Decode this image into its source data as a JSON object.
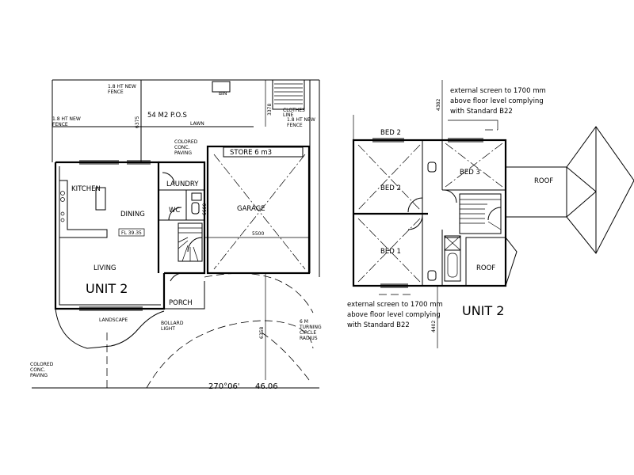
{
  "ground_floor": {
    "unit_title": "UNIT 2",
    "rooms": {
      "kitchen": "KITCHEN",
      "dining": "DINING",
      "laundry": "LAUNDRY",
      "wc": "WC",
      "living": "LIVING",
      "garage": "GARAGE",
      "store": "STORE 6 m3",
      "porch": "PORCH"
    },
    "notes": {
      "pos": "54 M2 P.O.S",
      "lawn": "LAWN",
      "fence_top_1": "1.8 HT NEW",
      "fence_top_2": "FENCE",
      "fence_left_1": "1.8 HT NEW",
      "fence_left_2": "FENCE",
      "fence_right_1": "1.8 HT NEW",
      "fence_right_2": "FENCE",
      "clothes_line_1": "CLOTHES",
      "clothes_line_2": "LINE",
      "bin": "BIN",
      "paving_1a": "COLORED",
      "paving_1b": "CONC.",
      "paving_1c": "PAVING",
      "paving_2a": "COLORED",
      "paving_2b": "CONC.",
      "paving_2c": "PAVING",
      "landscape": "LANDSCAPE",
      "bollard_1": "BOLLARD",
      "bollard_2": "LIGHT",
      "turning_1": "6 M",
      "turning_2": "TURNING",
      "turning_3": "CIRCLE",
      "turning_4": "RADIUS",
      "floor_level": "FL 39.35",
      "bearing": "270°06'",
      "distance": "46.06"
    },
    "dimensions": {
      "d_6375": "6375",
      "d_3378": "3378",
      "d_6600": "6600",
      "d_5500": "5500",
      "d_6358": "6358"
    }
  },
  "upper_floor": {
    "unit_title": "UNIT 2",
    "rooms": {
      "bed_2_top": "BED 2",
      "bed_2": "BED 2",
      "bed_3": "BED 3",
      "bed_1": "BED 1",
      "roof_right": "ROOF",
      "roof_low": "ROOF"
    },
    "notes": {
      "screen_top_1": "external screen to 1700 mm",
      "screen_top_2": "above floor level complying",
      "screen_top_3": "with Standard B22",
      "screen_bottom_1": "external screen to 1700 mm",
      "screen_bottom_2": "above floor level complying",
      "screen_bottom_3": "with Standard B22"
    },
    "dimensions": {
      "d_4382": "4382",
      "d_4402": "4402"
    }
  }
}
